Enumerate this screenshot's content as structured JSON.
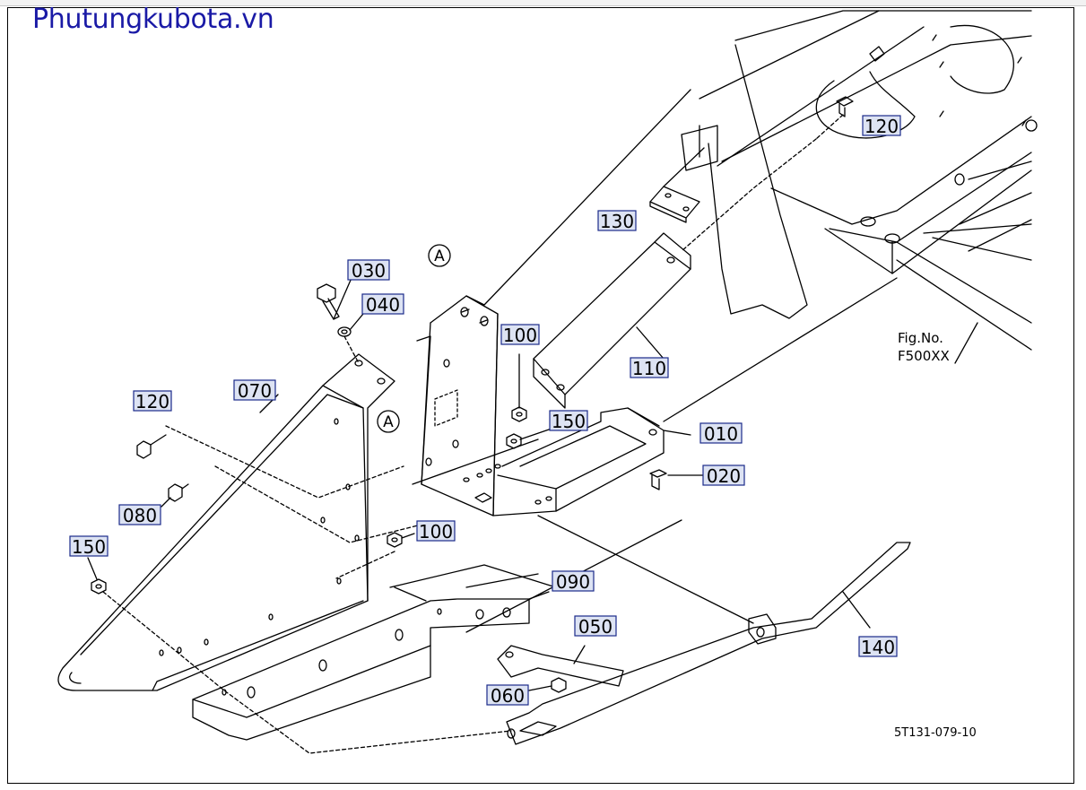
{
  "brand": "Phutungkubota.vn",
  "drawing_code": "5T131-079-10",
  "fig_ref": {
    "line1": "Fig.No.",
    "line2": "F500XX"
  },
  "circle_marker": "A",
  "callouts": [
    {
      "id": "120a",
      "label": "120"
    },
    {
      "id": "130",
      "label": "130"
    },
    {
      "id": "030",
      "label": "030"
    },
    {
      "id": "040",
      "label": "040"
    },
    {
      "id": "100a",
      "label": "100"
    },
    {
      "id": "110",
      "label": "110"
    },
    {
      "id": "070",
      "label": "070"
    },
    {
      "id": "120b",
      "label": "120"
    },
    {
      "id": "150a",
      "label": "150"
    },
    {
      "id": "010",
      "label": "010"
    },
    {
      "id": "020",
      "label": "020"
    },
    {
      "id": "080",
      "label": "080"
    },
    {
      "id": "100b",
      "label": "100"
    },
    {
      "id": "150b",
      "label": "150"
    },
    {
      "id": "090",
      "label": "090"
    },
    {
      "id": "050",
      "label": "050"
    },
    {
      "id": "140",
      "label": "140"
    },
    {
      "id": "060",
      "label": "060"
    }
  ],
  "colors": {
    "brand": "#1a1aa6",
    "callout_fill": "#dde3f3",
    "callout_border": "#1a2a8a",
    "line": "#000000"
  }
}
